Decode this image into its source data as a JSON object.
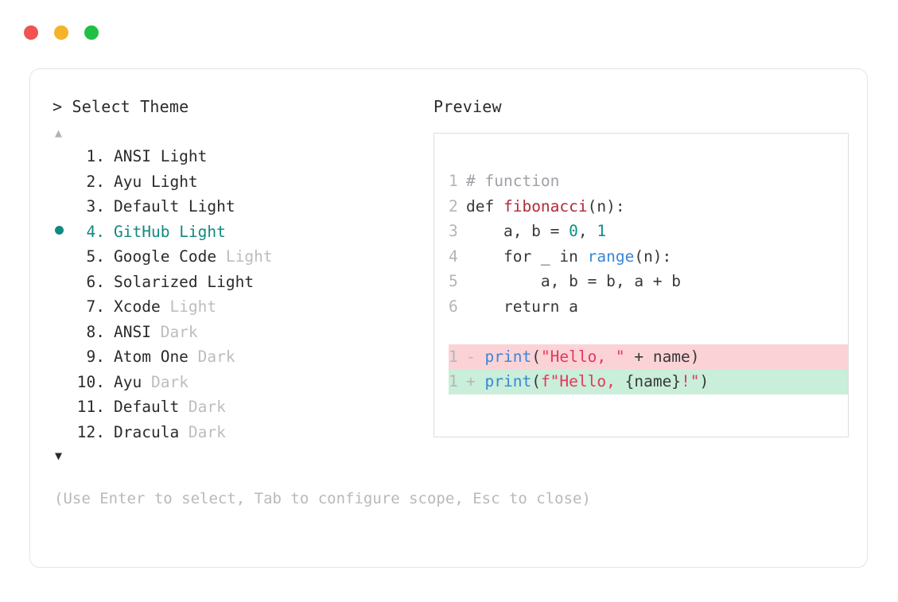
{
  "window": {
    "traffic_lights": [
      {
        "name": "close-dot",
        "color": "#f05350"
      },
      {
        "name": "minimize-dot",
        "color": "#f5b32a"
      },
      {
        "name": "maximize-dot",
        "color": "#22bf45"
      }
    ]
  },
  "left": {
    "header": "> Select Theme",
    "scroll_up": "▲",
    "scroll_down": "▼",
    "selected_index": 4,
    "selected_bullet": "●",
    "accent_color": "#108a80",
    "themes": [
      {
        "num": "1.",
        "name": "ANSI",
        "suffix": "Light",
        "suffix_muted": false
      },
      {
        "num": "2.",
        "name": "Ayu",
        "suffix": "Light",
        "suffix_muted": false
      },
      {
        "num": "3.",
        "name": "Default",
        "suffix": "Light",
        "suffix_muted": false
      },
      {
        "num": "4.",
        "name": "GitHub",
        "suffix": "Light",
        "suffix_muted": false
      },
      {
        "num": "5.",
        "name": "Google Code",
        "suffix": "Light",
        "suffix_muted": true
      },
      {
        "num": "6.",
        "name": "Solarized",
        "suffix": "Light",
        "suffix_muted": false
      },
      {
        "num": "7.",
        "name": "Xcode",
        "suffix": "Light",
        "suffix_muted": true
      },
      {
        "num": "8.",
        "name": "ANSI",
        "suffix": "Dark",
        "suffix_muted": true
      },
      {
        "num": "9.",
        "name": "Atom One",
        "suffix": "Dark",
        "suffix_muted": true
      },
      {
        "num": "10.",
        "name": "Ayu",
        "suffix": "Dark",
        "suffix_muted": true
      },
      {
        "num": "11.",
        "name": "Default",
        "suffix": "Dark",
        "suffix_muted": true
      },
      {
        "num": "12.",
        "name": "Dracula",
        "suffix": "Dark",
        "suffix_muted": true
      }
    ],
    "hint": "(Use Enter to select, Tab to configure scope, Esc to close)"
  },
  "preview": {
    "header": "Preview",
    "code_lines": [
      {
        "n": "1",
        "tokens": [
          {
            "t": "# function",
            "c": "tok-comment"
          }
        ]
      },
      {
        "n": "2",
        "tokens": [
          {
            "t": "def ",
            "c": "tok-kw"
          },
          {
            "t": "fibonacci",
            "c": "tok-fn"
          },
          {
            "t": "(n):",
            "c": "tok-plain"
          }
        ]
      },
      {
        "n": "3",
        "tokens": [
          {
            "t": "    a, b = ",
            "c": "tok-plain"
          },
          {
            "t": "0",
            "c": "tok-num"
          },
          {
            "t": ", ",
            "c": "tok-plain"
          },
          {
            "t": "1",
            "c": "tok-num"
          }
        ]
      },
      {
        "n": "4",
        "tokens": [
          {
            "t": "    for _ in ",
            "c": "tok-plain"
          },
          {
            "t": "range",
            "c": "tok-builtin"
          },
          {
            "t": "(n):",
            "c": "tok-plain"
          }
        ]
      },
      {
        "n": "5",
        "tokens": [
          {
            "t": "        a, b = b, a + b",
            "c": "tok-plain"
          }
        ]
      },
      {
        "n": "6",
        "tokens": [
          {
            "t": "    return a",
            "c": "tok-plain"
          }
        ]
      }
    ],
    "diff_lines": [
      {
        "n": "1",
        "sign": "-",
        "kind": "del",
        "bg": "#fbd3d7",
        "tokens": [
          {
            "t": "print",
            "c": "tok-builtin"
          },
          {
            "t": "(",
            "c": "tok-plain"
          },
          {
            "t": "\"Hello, \"",
            "c": "tok-str"
          },
          {
            "t": " + name)",
            "c": "tok-plain"
          }
        ]
      },
      {
        "n": "1",
        "sign": "+",
        "kind": "add",
        "bg": "#c9eed9",
        "tokens": [
          {
            "t": "print",
            "c": "tok-builtin"
          },
          {
            "t": "(",
            "c": "tok-plain"
          },
          {
            "t": "f\"Hello, ",
            "c": "tok-str"
          },
          {
            "t": "{name}",
            "c": "tok-plain"
          },
          {
            "t": "!\"",
            "c": "tok-str"
          },
          {
            "t": ")",
            "c": "tok-plain"
          }
        ]
      }
    ]
  }
}
